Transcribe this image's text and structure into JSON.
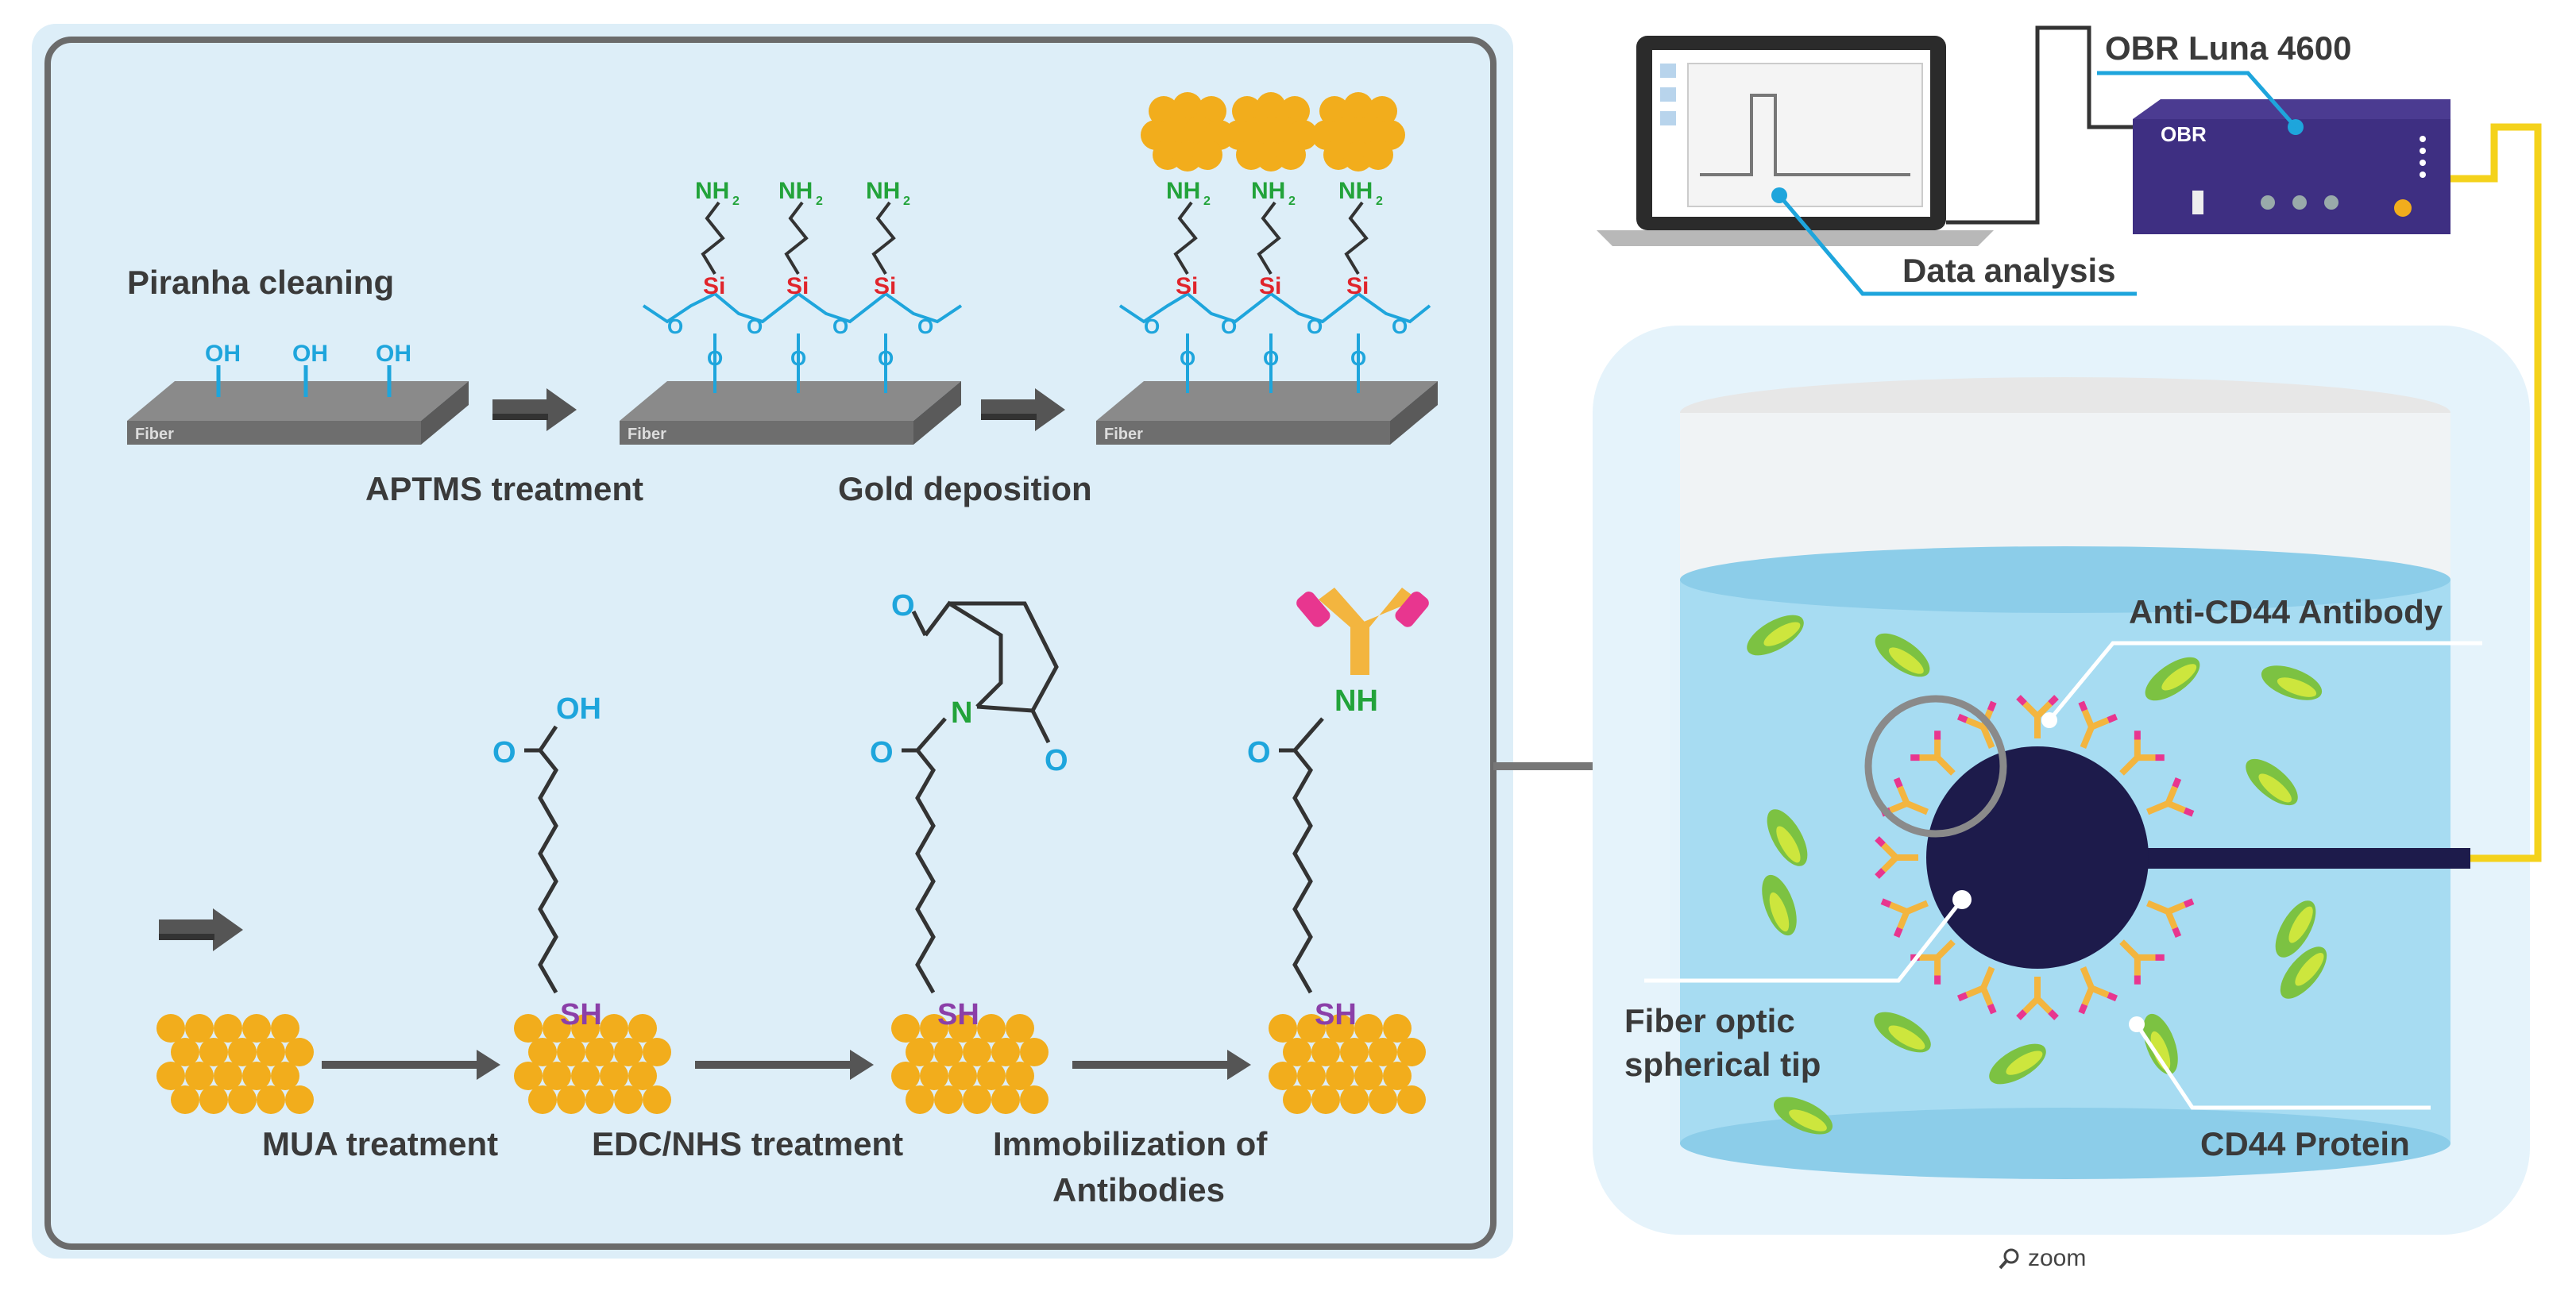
{
  "labels": {
    "piranha": "Piranha cleaning",
    "aptms": "APTMS treatment",
    "gold": "Gold deposition",
    "mua": "MUA treatment",
    "edc": "EDC/NHS treatment",
    "immob1": "Immobilization of",
    "immob2": "Antibodies",
    "data_analysis": "Data analysis",
    "obr_luna": "OBR Luna 4600",
    "obr_device": "OBR",
    "anti_cd44": "Anti-CD44 Antibody",
    "fiber_tip1": "Fiber optic",
    "fiber_tip2": "spherical tip",
    "cd44": "CD44 Protein",
    "zoom": "zoom"
  },
  "chem": {
    "fiber": "Fiber",
    "oh": "OH",
    "nh2": "NH",
    "nh2_sub": "2",
    "si": "Si",
    "o": "O",
    "sh": "SH",
    "n": "N",
    "nh": "NH",
    "cooh_oh": "OH"
  },
  "colors": {
    "panel_bg": "#ddeef8",
    "panel_border": "#6b6b6b",
    "gold": "#f2ad1c",
    "blue": "#1ea5dc",
    "green": "#22a33a",
    "red": "#e0242b",
    "purple": "#8b3fa8",
    "navy": "#1d1b4b",
    "yellow_cable": "#f4d21b",
    "protein": "#7cc242",
    "antibody": "#f3b53f",
    "magenta": "#e8368f",
    "water": "#a7dcf2"
  },
  "icons": {
    "zoom": "magnifier-icon"
  }
}
